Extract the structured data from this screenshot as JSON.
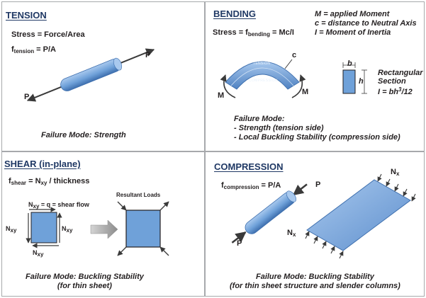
{
  "tension": {
    "title": "TENSION",
    "formula_stress": "Stress = Force/Area",
    "formula_f": "f",
    "formula_f_sub": "tension",
    "formula_f_rest": " = P/A",
    "load_p_right": "P",
    "load_p_left": "P",
    "failure": "Failure Mode:  Strength"
  },
  "bending": {
    "title": "BENDING",
    "formula_stress": "Stress = f",
    "formula_sub": "bending",
    "formula_rest": " = Mc/I",
    "legend_m": "M = applied Moment",
    "legend_c": "c = distance to Neutral Axis",
    "legend_i": "I = Moment of Inertia",
    "beam_tension": "TENSION",
    "beam_compression": "COMPRESSION",
    "label_c": "c",
    "moment_left": "M",
    "moment_right": "M",
    "section_b": "b",
    "section_h": "h",
    "section_title1": "Rectangular",
    "section_title2": "Section",
    "section_formula": "I = bh",
    "section_formula_sup": "3",
    "section_formula_rest": "/12",
    "failure_title": "Failure Mode:",
    "failure_1": "- Strength (tension side)",
    "failure_2": "- Local Buckling Stability (compression side)"
  },
  "shear": {
    "title": "SHEAR (in-plane)",
    "formula_f": "f",
    "formula_sub": "shear",
    "formula_eq": " = N",
    "formula_eq_sub": "xy",
    "formula_rest": " / thickness",
    "top_n": "N",
    "top_sub": "xy",
    "top_rest": " = q = shear flow",
    "left_n": "N",
    "left_sub": "xy",
    "right_n": "N",
    "right_sub": "xy",
    "bottom_n": "N",
    "bottom_sub": "xy",
    "resultant": "Resultant Loads",
    "failure_1": "Failure Mode:  Buckling Stability",
    "failure_2": "(for thin sheet)"
  },
  "compression": {
    "title": "COMPRESSION",
    "formula_f": "f",
    "formula_sub": "compression",
    "formula_rest": " = P/A",
    "load_p_top": "P",
    "load_p_bottom": "P",
    "nx_top": "N",
    "nx_top_sub": "x",
    "nx_bottom": "N",
    "nx_bottom_sub": "x",
    "failure_1": "Failure Mode:  Buckling Stability",
    "failure_2": "(for thin sheet structure and slender columns)"
  },
  "colors": {
    "accent_title": "#1f3864",
    "member_fill": "#6fa1d9",
    "member_light": "#a9c9ee",
    "member_dark": "#3e6fae",
    "border": "#a7a9ac",
    "arrow": "#3a3a3a"
  }
}
